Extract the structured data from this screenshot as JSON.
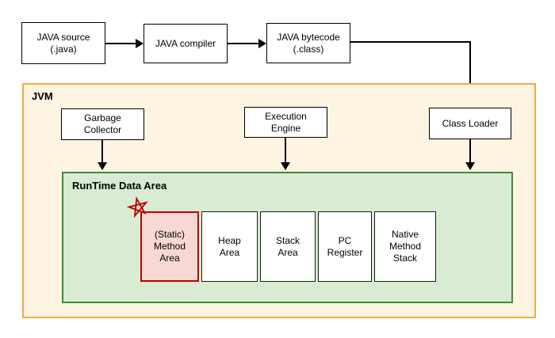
{
  "flow": {
    "java_source": {
      "line1": "JAVA source",
      "line2": "(.java)"
    },
    "java_compiler": {
      "label": "JAVA compiler"
    },
    "java_bytecode": {
      "line1": "JAVA bytecode",
      "line2": "(.class)"
    }
  },
  "jvm": {
    "label": "JVM",
    "garbage_collector": {
      "line1": "Garbage",
      "line2": "Collector"
    },
    "execution_engine": {
      "line1": "Execution",
      "line2": "Engine"
    },
    "class_loader": {
      "label": "Class Loader"
    },
    "runtime_data_area": {
      "label": "RunTime Data Area",
      "cells": [
        {
          "lines": [
            "(Static)",
            "Method",
            "Area"
          ],
          "highlighted": true
        },
        {
          "lines": [
            "Heap",
            "Area"
          ],
          "highlighted": false
        },
        {
          "lines": [
            "Stack",
            "Area"
          ],
          "highlighted": false
        },
        {
          "lines": [
            "PC",
            "Register"
          ],
          "highlighted": false
        },
        {
          "lines": [
            "Native",
            "Method",
            "Stack"
          ],
          "highlighted": false
        }
      ]
    }
  },
  "icons": {
    "star_marker": "hand-drawn-red-star"
  },
  "colors": {
    "jvm_background": "#fdf4e2",
    "jvm_border": "#f2ab44",
    "runtime_background": "#d9ecd3",
    "runtime_border": "#3c8c3c",
    "highlight_background": "#f8d8d5",
    "highlight_border": "#c00000",
    "box_border": "#000000",
    "arrow": "#000000",
    "star": "#c00000"
  }
}
